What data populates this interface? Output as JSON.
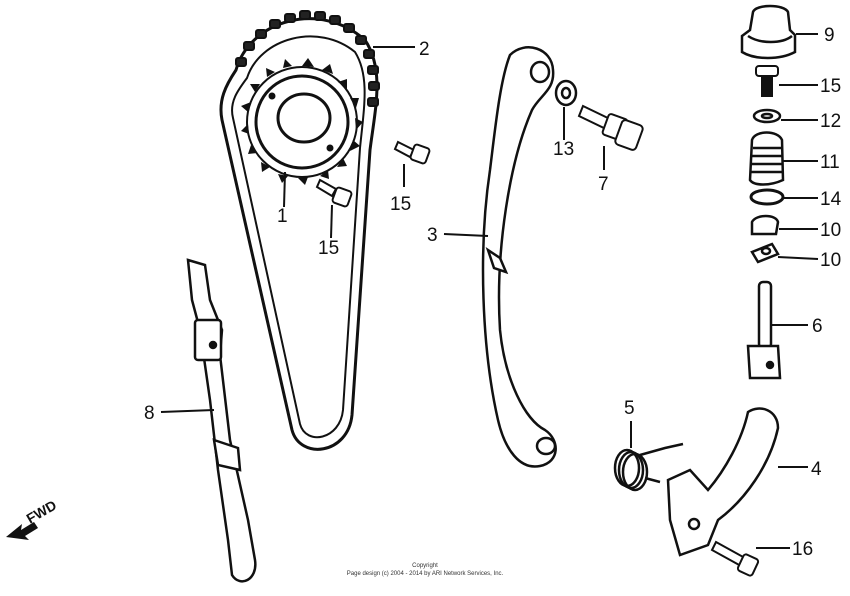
{
  "callouts": {
    "c1": "1",
    "c2": "2",
    "c3": "3",
    "c4": "4",
    "c5": "5",
    "c6": "6",
    "c7": "7",
    "c8": "8",
    "c9": "9",
    "c10a": "10",
    "c10b": "10",
    "c11": "11",
    "c12": "12",
    "c13": "13",
    "c14": "14",
    "c15a": "15",
    "c15b": "15",
    "c15c": "15",
    "c16": "16"
  },
  "direction_label": "FWD",
  "copyright": {
    "line1": "Copyright",
    "line2": "Page design (c) 2004 - 2014 by ARI Network Services, Inc."
  },
  "colors": {
    "ink": "#111111",
    "paper": "#ffffff"
  }
}
